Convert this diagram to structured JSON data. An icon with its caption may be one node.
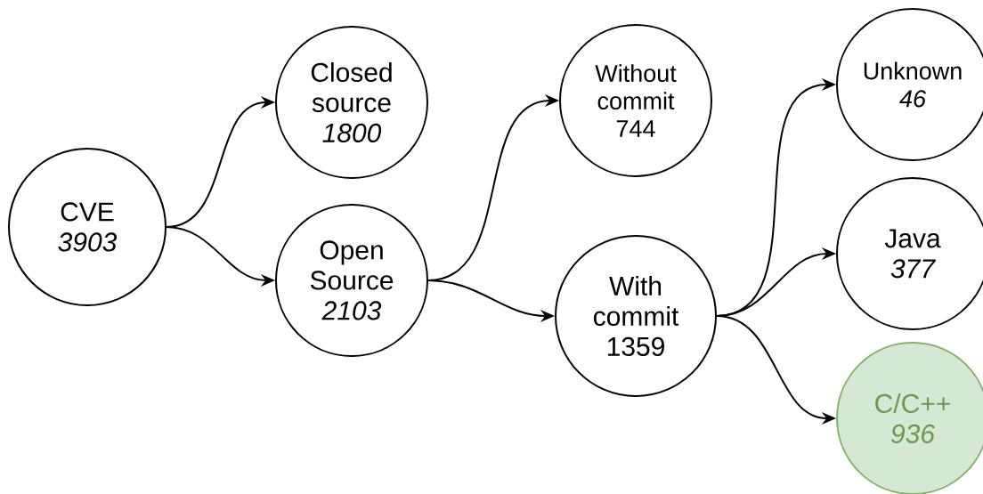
{
  "diagram": {
    "nodes": [
      {
        "text": [
          "CVE",
          "3903"
        ]
      },
      {
        "text": [
          "Closed source",
          "1800"
        ]
      },
      {
        "text": [
          "Open Source",
          "2103"
        ]
      },
      {
        "text": [
          "Without commit",
          "744"
        ]
      },
      {
        "text": [
          "With commit",
          "1359"
        ]
      },
      {
        "text": [
          "Unknown",
          "46"
        ]
      },
      {
        "text": [
          "Java",
          "377"
        ]
      },
      {
        "text": [
          "C/C++",
          "936"
        ]
      }
    ],
    "edges": [
      {
        "from": 0,
        "to": 1,
        "arrow": "to"
      },
      {
        "from": 0,
        "to": 2,
        "arrow": "to"
      },
      {
        "from": 2,
        "to": 3,
        "arrow": "to"
      },
      {
        "from": 2,
        "to": 4,
        "arrow": "to"
      },
      {
        "from": 4,
        "to": 5,
        "arrow": "to"
      },
      {
        "from": 4,
        "to": 6,
        "arrow": "to"
      },
      {
        "from": 4,
        "to": 7,
        "arrow": "to"
      }
    ]
  }
}
